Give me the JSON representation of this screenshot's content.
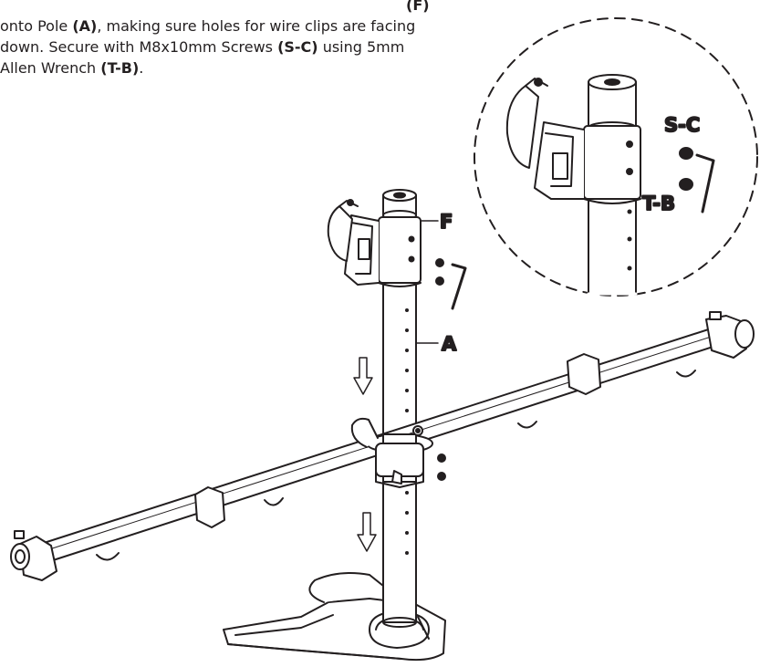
{
  "instructions": {
    "line1_end": "(F)",
    "line2": {
      "pre": "onto Pole ",
      "ref": "(A)",
      "post": ", making sure holes for wire clips are facing"
    },
    "line3": {
      "pre": "down. Secure with M8x10mm Screws ",
      "ref": "(S-C)",
      "post": " using 5mm"
    },
    "line4": {
      "pre": "Allen Wrench ",
      "ref": "(T-B)",
      "post": "."
    }
  },
  "labels": {
    "pole": "A",
    "upper_clamp": "F",
    "screws": "S-C",
    "allen_wrench": "T-B"
  }
}
